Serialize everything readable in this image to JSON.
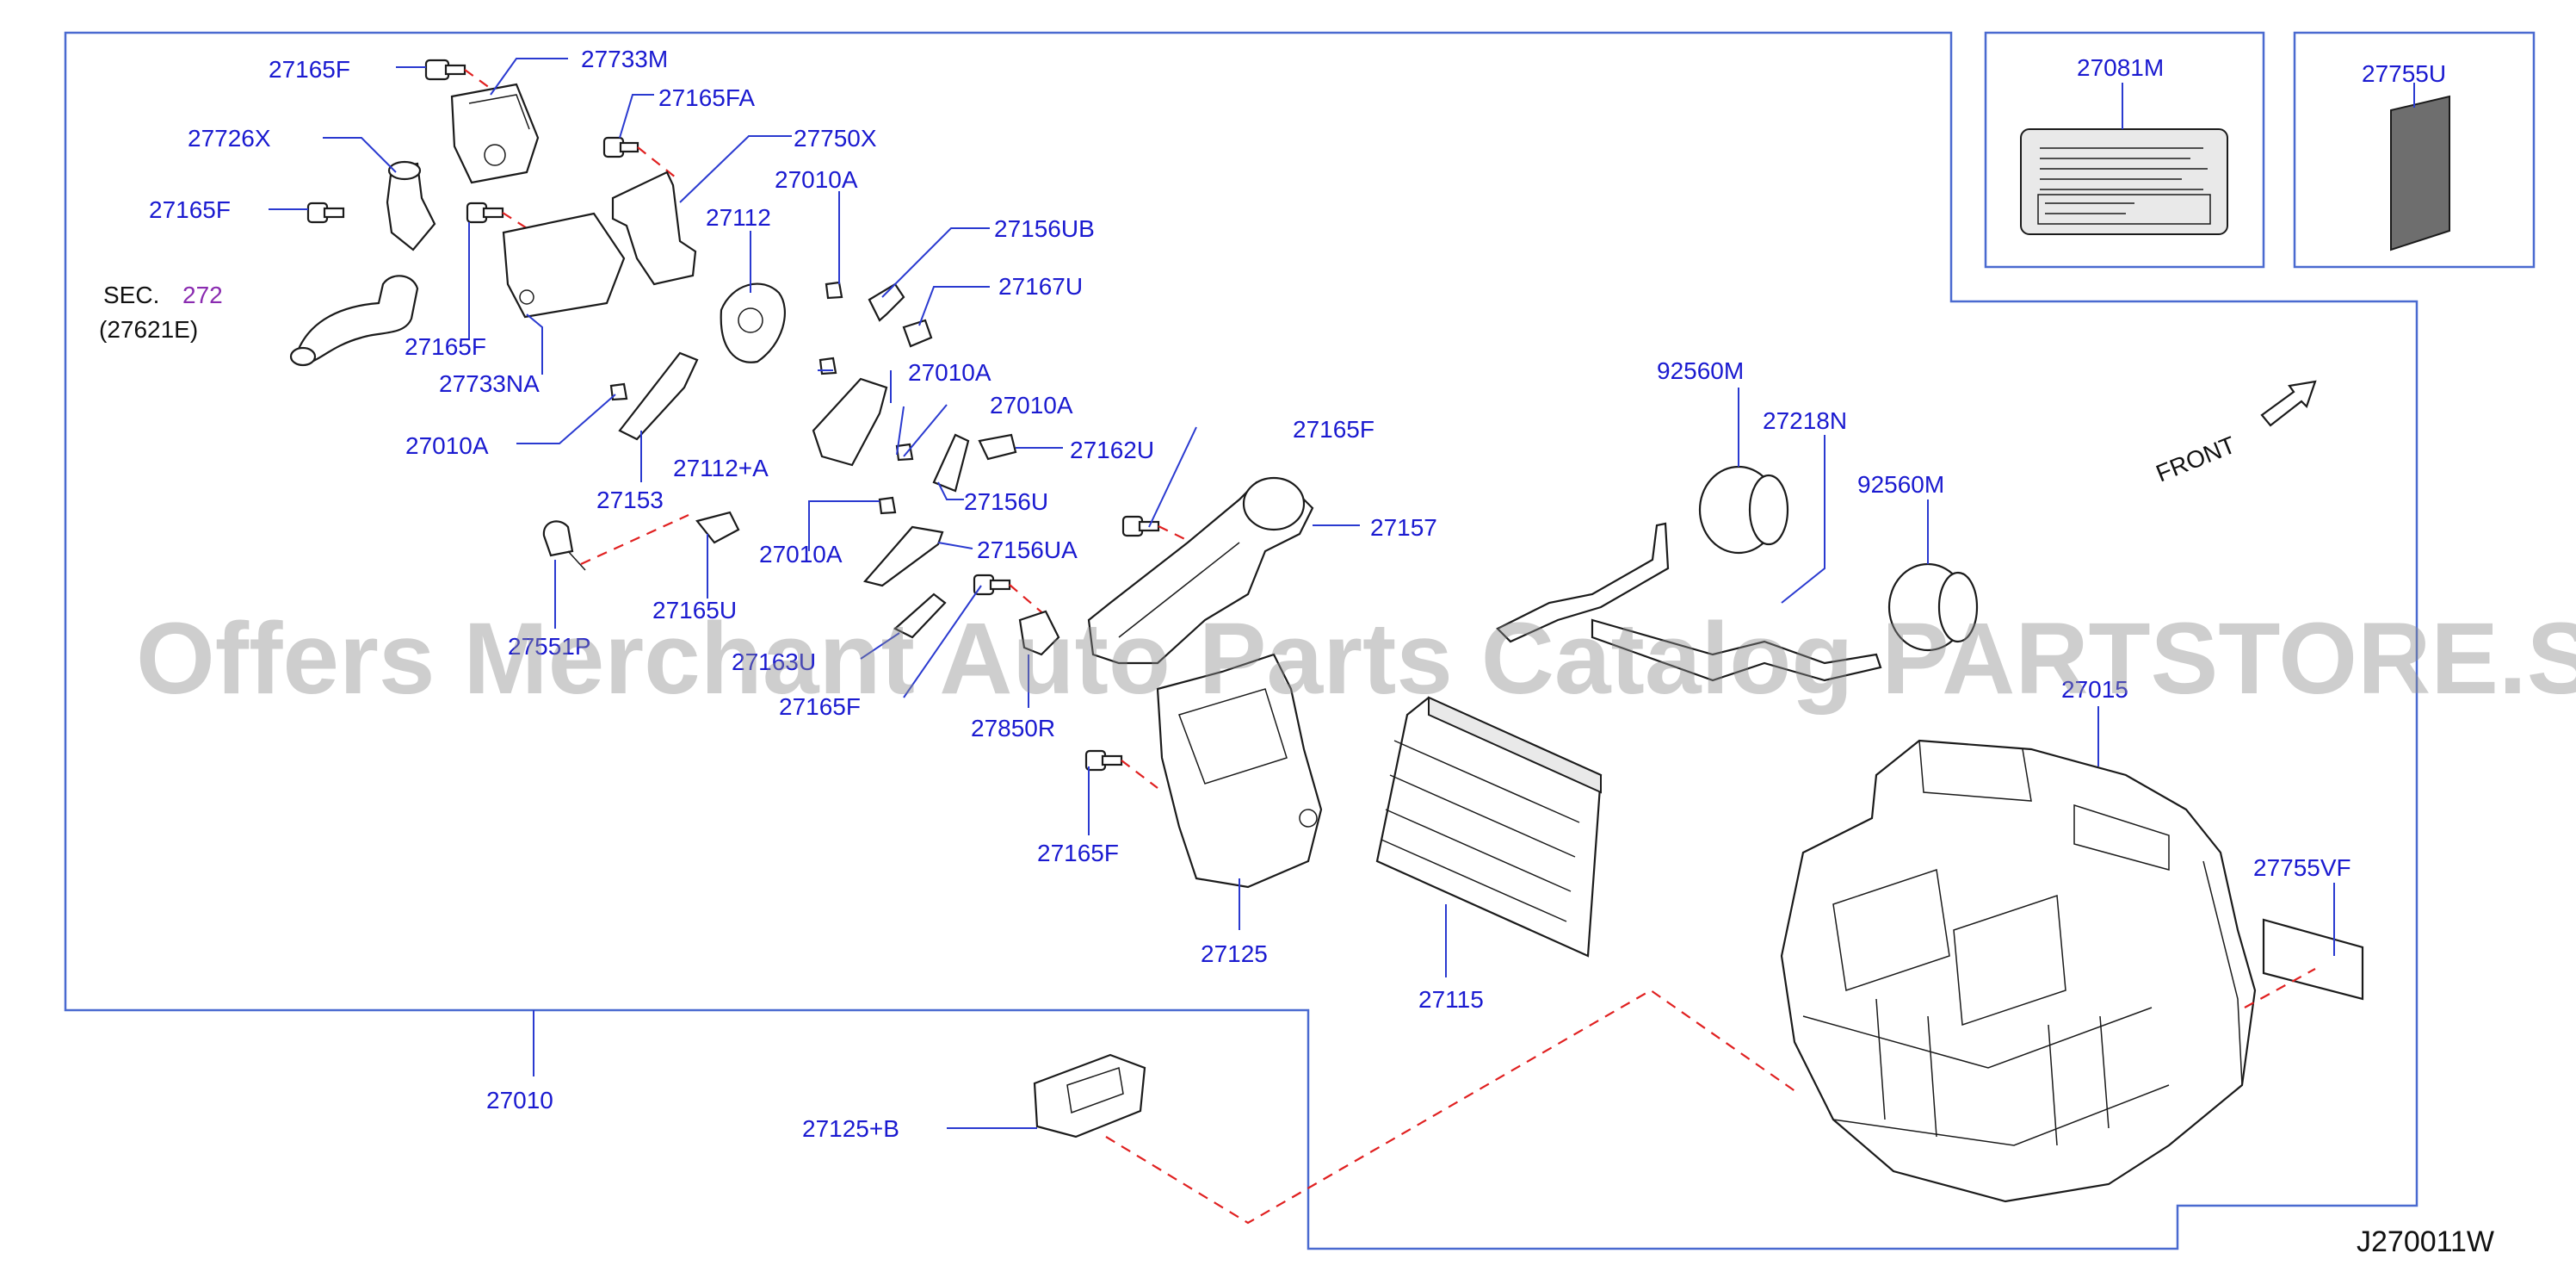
{
  "labels": {
    "l_27165F_a": "27165F",
    "l_27733M": "27733M",
    "l_27165FA": "27165FA",
    "l_27726X": "27726X",
    "l_27750X": "27750X",
    "l_27010A_a": "27010A",
    "l_27165F_b": "27165F",
    "l_27112": "27112",
    "l_27156UB": "27156UB",
    "l_sec": "SEC.",
    "l_sec_num": "272",
    "l_27621E": "(27621E)",
    "l_27167U": "27167U",
    "l_27165F_c": "27165F",
    "l_27733NA": "27733NA",
    "l_27010A_b": "27010A",
    "l_27010A_c": "27010A",
    "l_27112A": "27112+A",
    "l_27010A_d": "27010A",
    "l_27162U": "27162U",
    "l_27153": "27153",
    "l_27156U": "27156U",
    "l_27165F_d": "27165F",
    "l_27157": "27157",
    "l_27010A_e": "27010A",
    "l_27156UA": "27156UA",
    "l_27165U": "27165U",
    "l_27551P": "27551P",
    "l_27163U": "27163U",
    "l_27165F_e": "27165F",
    "l_27850R": "27850R",
    "l_27165F_f": "27165F",
    "l_27125": "27125",
    "l_27115": "27115",
    "l_92560M_a": "92560M",
    "l_27218N": "27218N",
    "l_92560M_b": "92560M",
    "l_27015": "27015",
    "l_27081M": "27081M",
    "l_27755U": "27755U",
    "l_front": "FRONT",
    "l_27755VF": "27755VF",
    "l_27010": "27010",
    "l_27125B": "27125+B"
  },
  "diagram_code": "J270011W",
  "watermark": "Offers Merchant Auto Parts Catalog PARTSTORE.SA",
  "colors": {
    "label": "#1a1ad0",
    "leader": "#2a3ad0",
    "frame": "#4a6ad0",
    "dashed_link": "#e02020",
    "sec_ref": "#8a2bb0"
  }
}
